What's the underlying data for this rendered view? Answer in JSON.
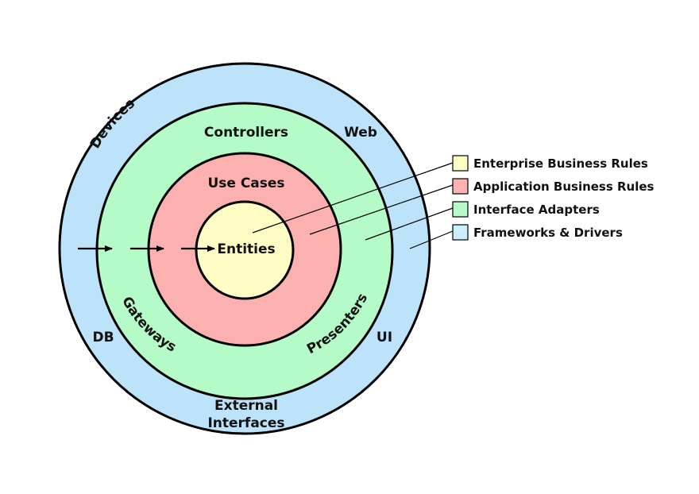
{
  "colors": {
    "frameworks": "#bde3fb",
    "adapters": "#b4fbc7",
    "usecases": "#fbb1af",
    "entities": "#fefdc3"
  },
  "layers": {
    "entities": "Entities",
    "use_cases": "Use Cases",
    "controllers": "Controllers",
    "gateways": "Gateways",
    "presenters": "Presenters",
    "devices": "Devices",
    "web": "Web",
    "db": "DB",
    "ui": "UI",
    "external_line1": "External",
    "external_line2": "Interfaces"
  },
  "legend": [
    {
      "label": "Enterprise Business Rules",
      "color": "#fefdc3"
    },
    {
      "label": "Application Business Rules",
      "color": "#fbb1af"
    },
    {
      "label": "Interface Adapters",
      "color": "#b4fbc7"
    },
    {
      "label": "Frameworks & Drivers",
      "color": "#c9eefd"
    }
  ]
}
